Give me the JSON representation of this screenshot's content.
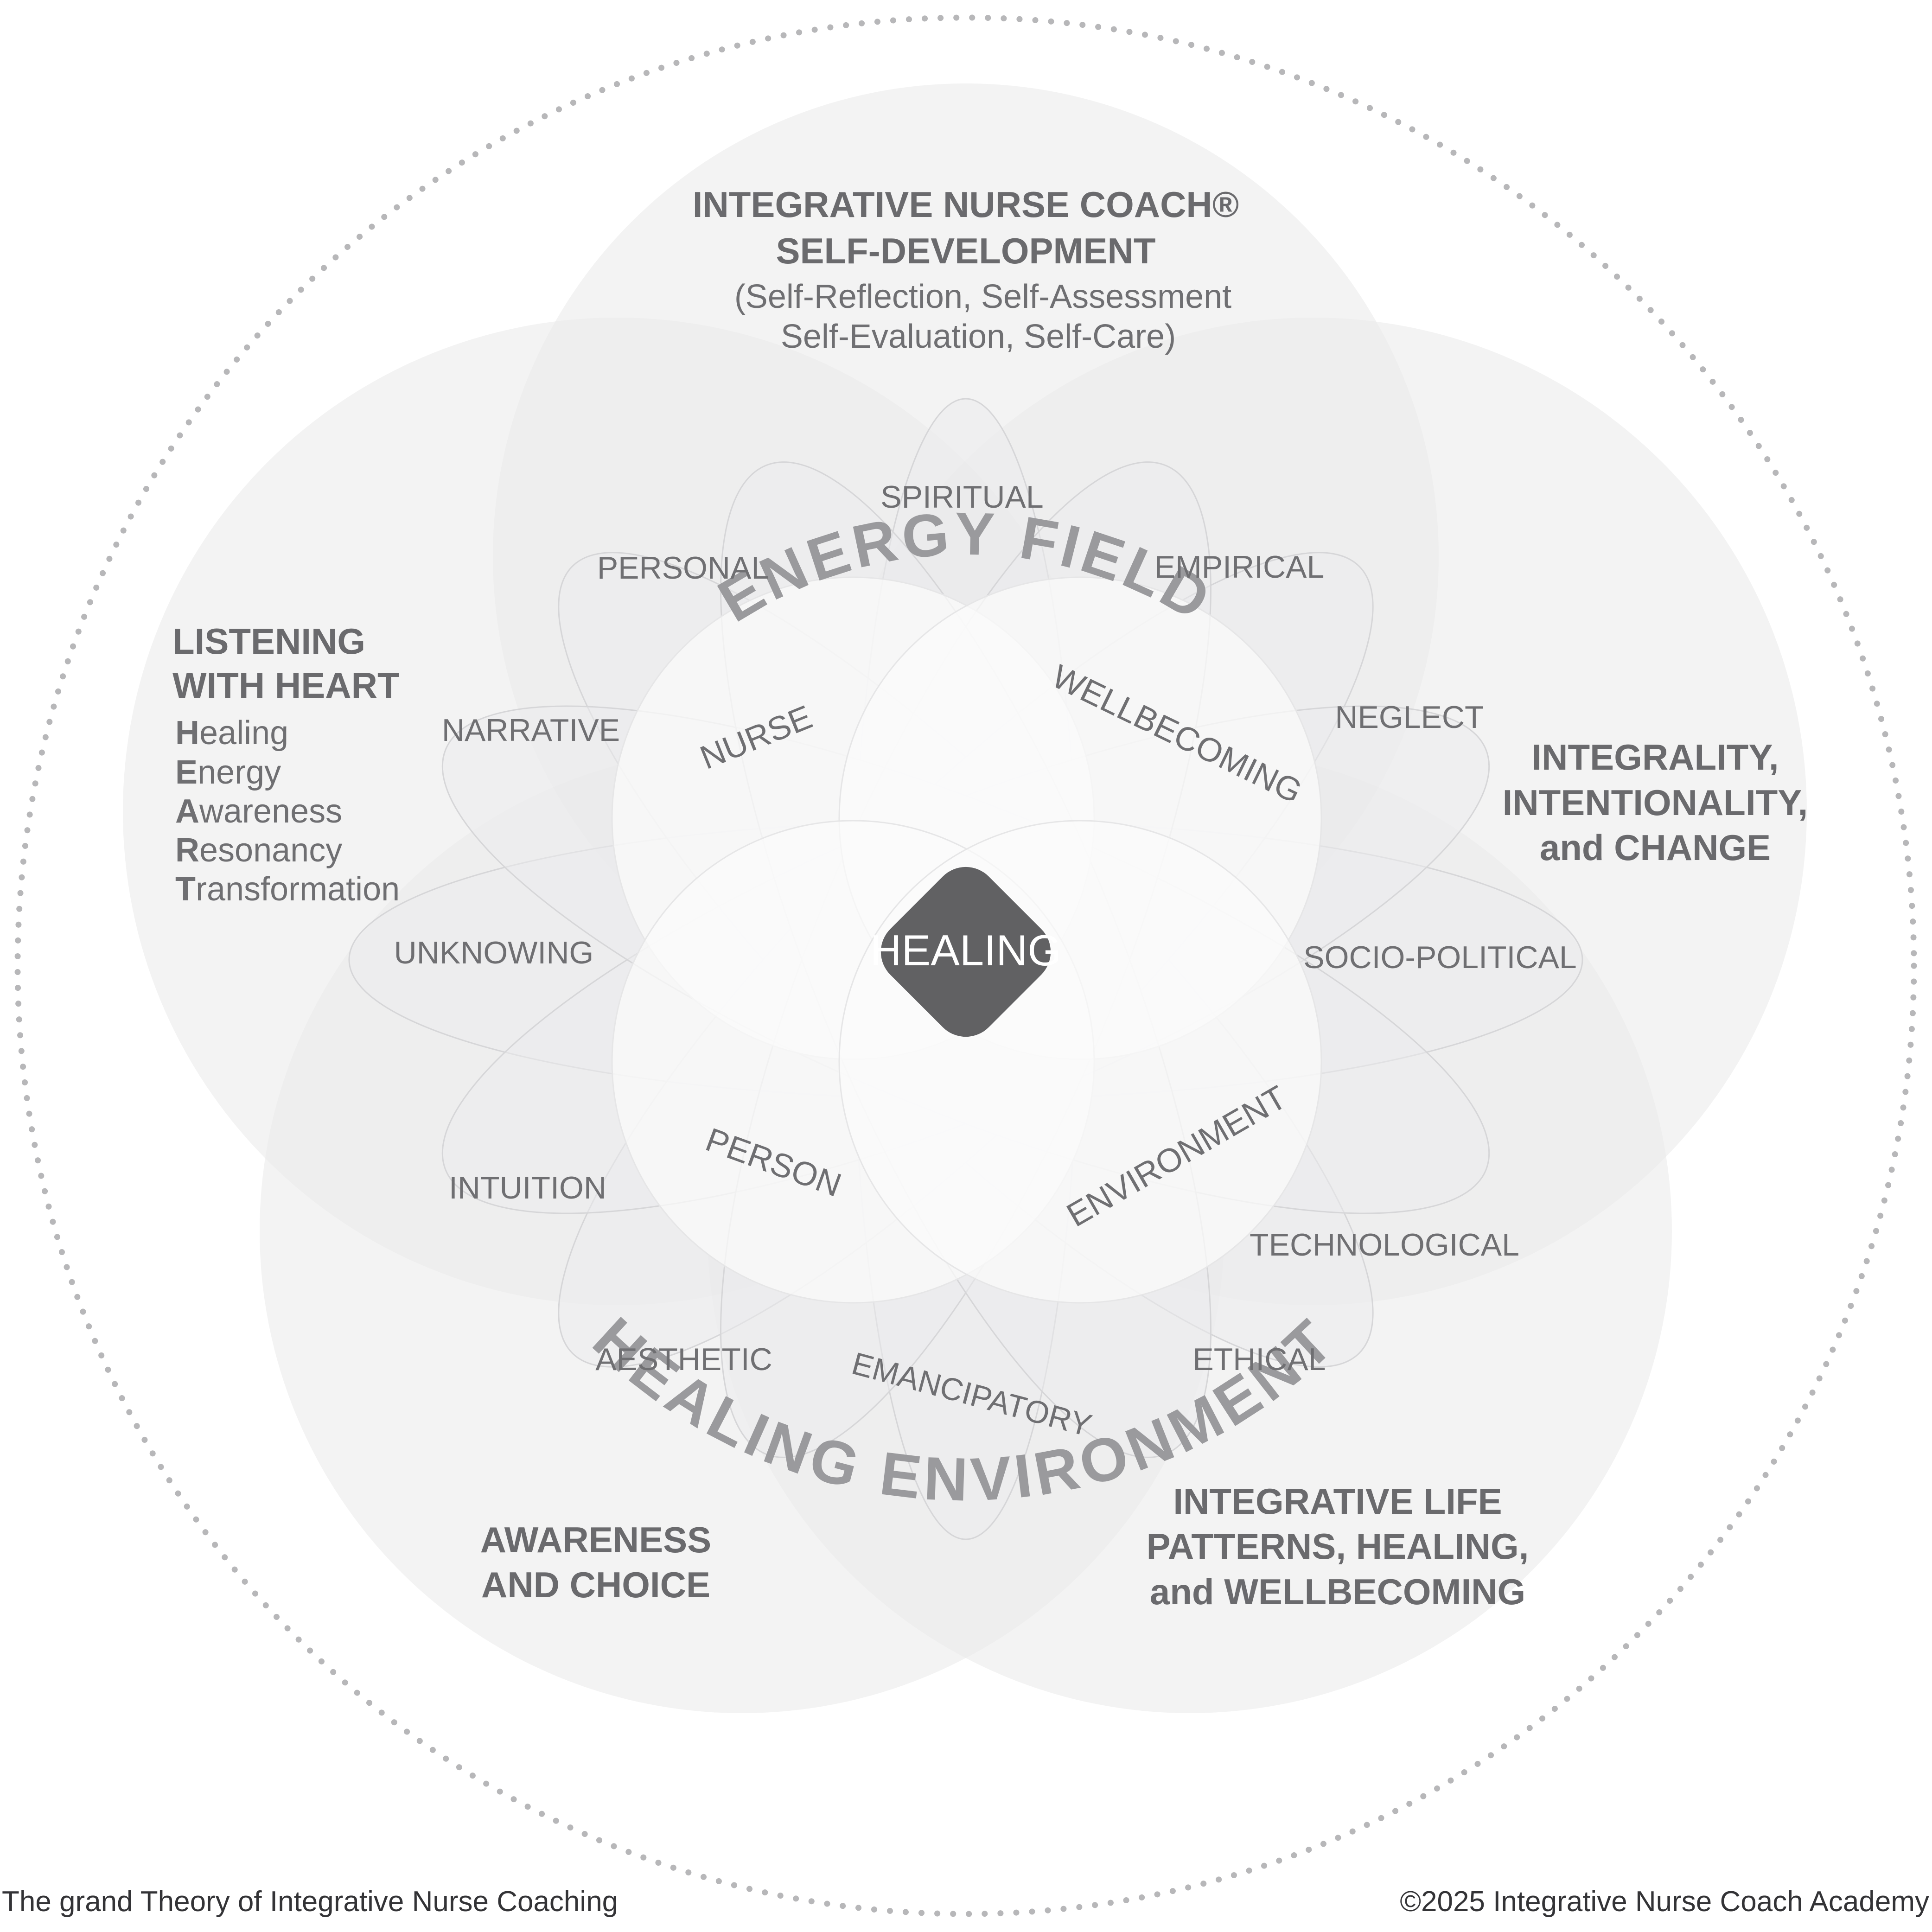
{
  "outer_title_top": "ENERGY FIELD",
  "outer_title_bottom": "HEALING ENVIRONMENT",
  "center": "HEALING",
  "core": {
    "nurse": "NURSE",
    "wellbecoming": "WELLBECOMING",
    "person": "PERSON",
    "environment": "ENVIRONMENT"
  },
  "petals": {
    "spiritual": "SPIRITUAL",
    "personal": "PERSONAL",
    "empirical": "EMPIRICAL",
    "narrative": "NARRATIVE",
    "neglect": "NEGLECT",
    "unknowing": "UNKNOWING",
    "socio_political": "SOCIO-POLITICAL",
    "intuition": "INTUITION",
    "technological": "TECHNOLOGICAL",
    "aesthetic": "AESTHETIC",
    "emancipatory": "EMANCIPATORY",
    "ethical": "ETHICAL"
  },
  "components": {
    "self_development": {
      "line1": "INTEGRATIVE NURSE COACH®",
      "line2": "SELF-DEVELOPMENT",
      "line3": "(Self-Reflection, Self-Assessment",
      "line4": "Self-Evaluation, Self-Care)"
    },
    "listening": {
      "line1": "LISTENING",
      "line2": "WITH HEART",
      "items": [
        {
          "initial": "H",
          "rest": "ealing"
        },
        {
          "initial": "E",
          "rest": "nergy"
        },
        {
          "initial": "A",
          "rest": "wareness"
        },
        {
          "initial": "R",
          "rest": "esonancy"
        },
        {
          "initial": "T",
          "rest": "ransformation"
        }
      ]
    },
    "integrality": {
      "line1": "INTEGRALITY,",
      "line2": "INTENTIONALITY,",
      "line3": "and CHANGE"
    },
    "awareness": {
      "line1": "AWARENESS",
      "line2": "AND CHOICE"
    },
    "life_patterns": {
      "line1": "INTEGRATIVE LIFE",
      "line2": "PATTERNS, HEALING,",
      "line3": "and  WELLBECOMING"
    }
  },
  "footer": {
    "left": "The grand Theory of Integrative Nurse Coaching",
    "right": "©2025 Integrative Nurse Coach Academy"
  },
  "colors": {
    "big_circle_fill": "#e9e9ea",
    "petal_fill": "#ececed",
    "core_fill": "#fafafa",
    "center_fill": "#616163",
    "arc_text": "#9a9a9d",
    "label_text": "#6a6a6d"
  }
}
